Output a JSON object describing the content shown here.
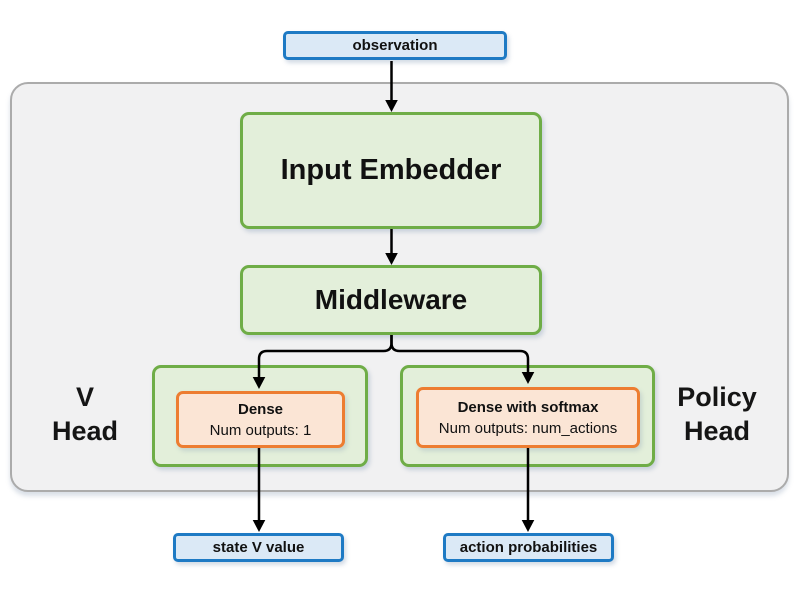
{
  "colors": {
    "container_fill": "#F1F1F2",
    "container_border": "#ABABAB",
    "green_border": "#6FAD47",
    "green_fill": "#E3EFDA",
    "orange_border": "#ED7D31",
    "orange_fill": "#FBE5D5",
    "blue_border": "#1E7AC4",
    "blue_fill": "#DBE9F6",
    "arrow": "#000000"
  },
  "nodes": {
    "observation": "observation",
    "input_embedder": "Input Embedder",
    "middleware": "Middleware",
    "v_head": {
      "label_line1": "V",
      "label_line2": "Head",
      "dense_title": "Dense",
      "dense_detail": "Num outputs: 1",
      "output": "state V value"
    },
    "policy_head": {
      "label_line1": "Policy",
      "label_line2": "Head",
      "dense_title": "Dense with softmax",
      "dense_detail": "Num outputs: num_actions",
      "output": "action probabilities"
    }
  }
}
